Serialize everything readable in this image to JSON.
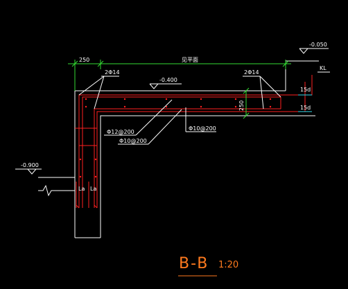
{
  "colors": {
    "background": "#000000",
    "outline": "#ffffff",
    "rebar": "#ff2020",
    "dimension": "#33dd33",
    "cyan_dim": "#33ddee",
    "title": "#ff7a1e",
    "text": "#ffffff"
  },
  "dimensions": {
    "d250_left": "250",
    "span": "见平面",
    "d250_vertical": "250",
    "d15d_top": "15d",
    "d15d_bottom": "15d"
  },
  "rebar_labels": {
    "top_left": "2Φ14",
    "top_right": "2Φ14",
    "dist_12": "Φ12@200",
    "dist_10": "Φ10@200",
    "dist_10_right": "Φ10@200"
  },
  "elevations": {
    "top_right": "-0.050",
    "slab": "-0.400",
    "left": "-0.900"
  },
  "beam_label": "KL",
  "anchorage": {
    "la_left": "La",
    "la_right": "La"
  },
  "title": {
    "section": "B-B",
    "scale": "1:20"
  }
}
